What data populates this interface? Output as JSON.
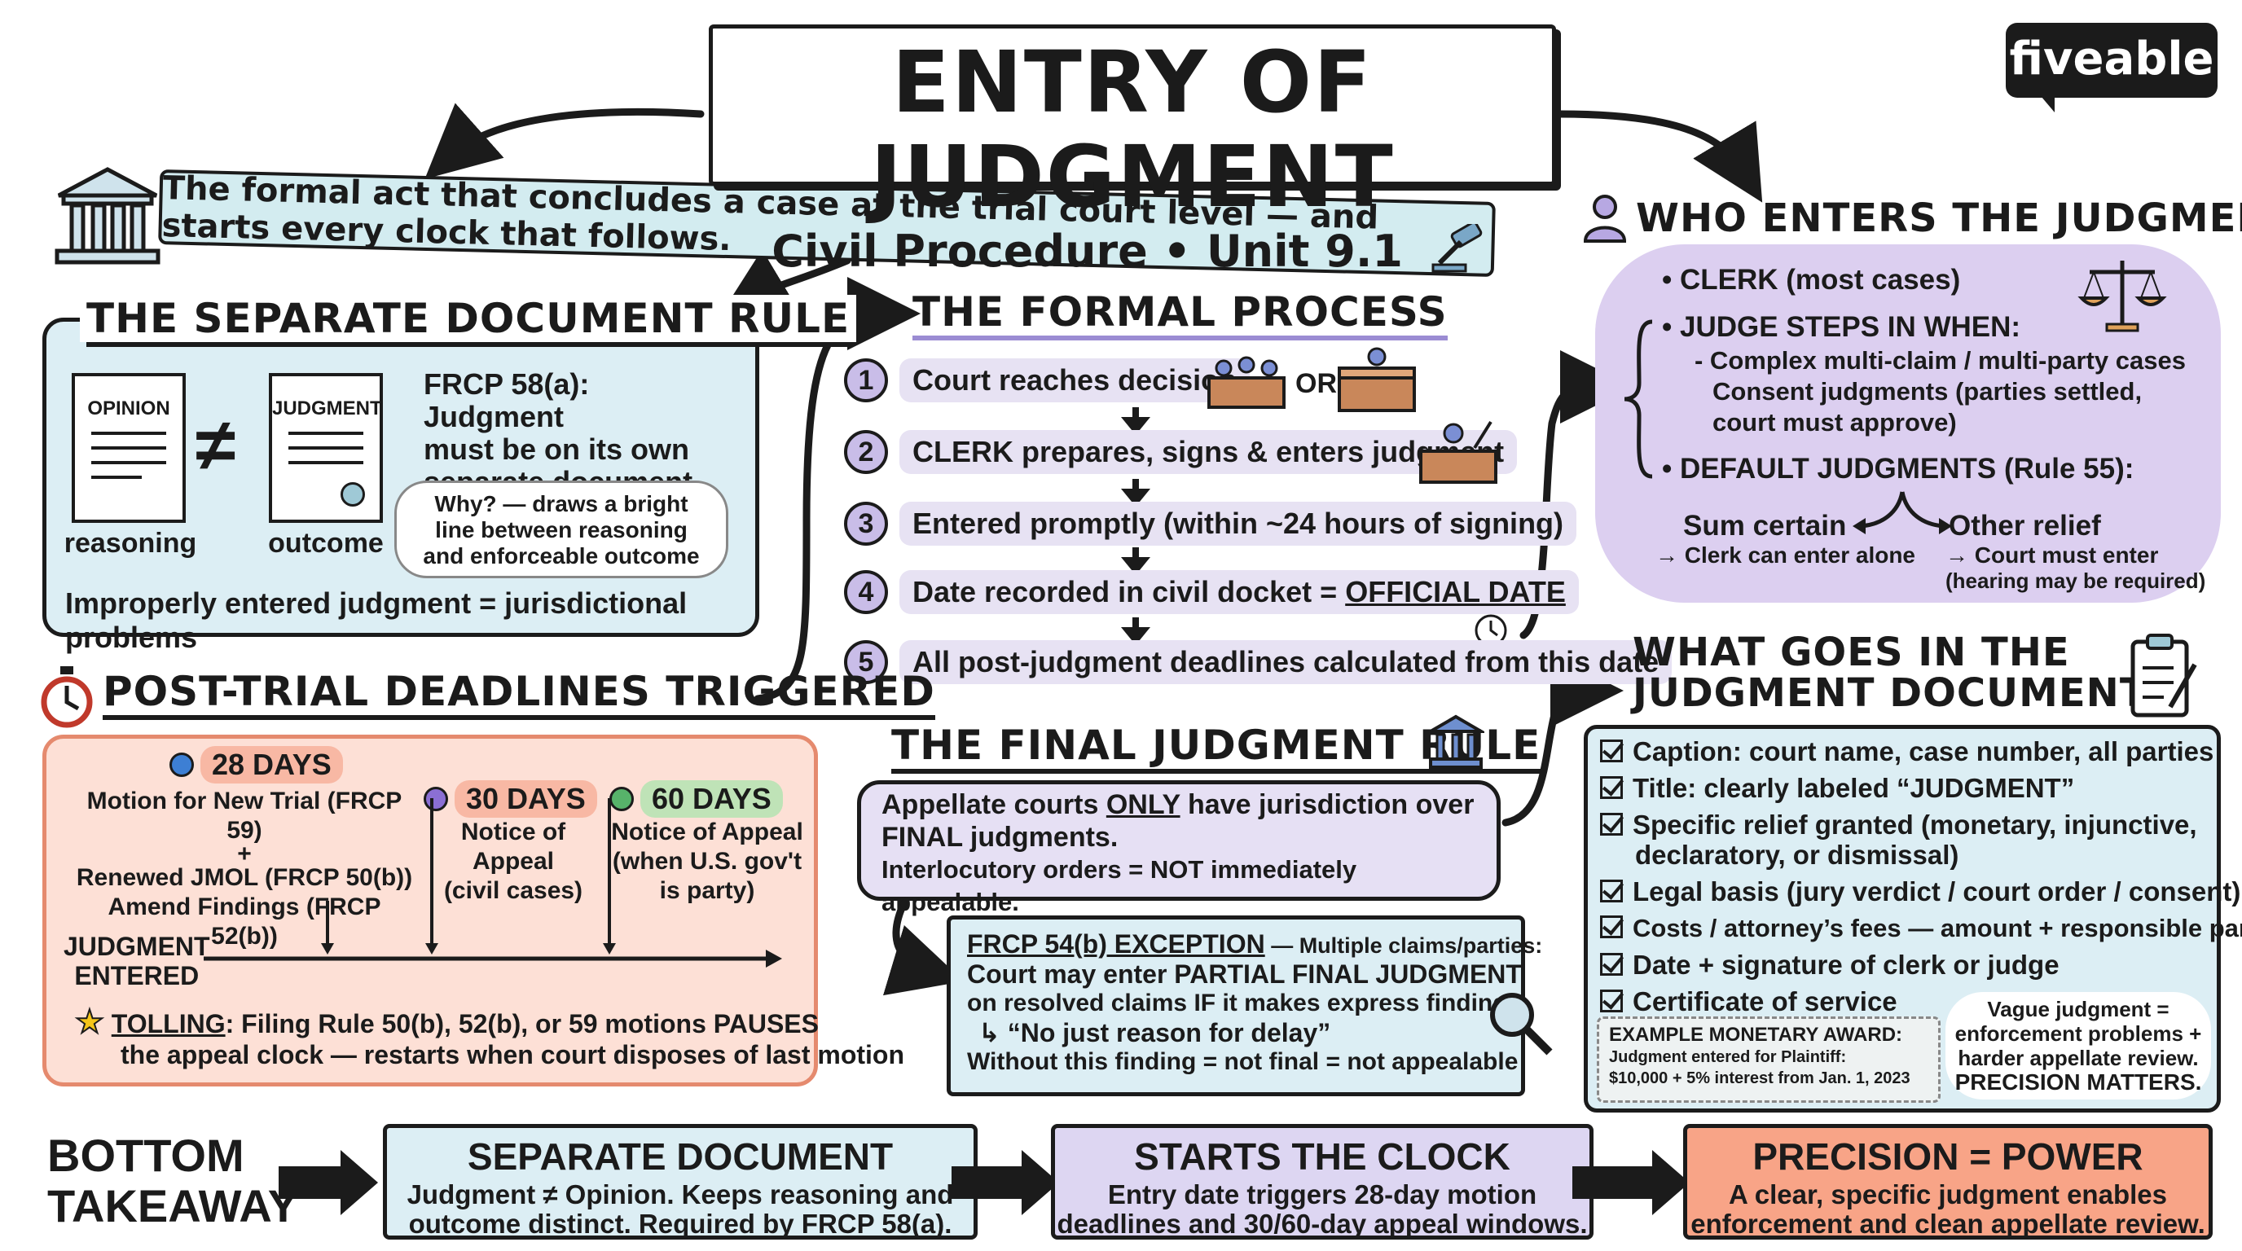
{
  "header": {
    "title": "ENTRY OF JUDGMENT",
    "subtitle": "Civil Procedure • Unit 9.1",
    "banner": "The formal act that concludes a case at the trial court level — and starts every clock that follows.",
    "logo": "fiveable"
  },
  "separate_document": {
    "title": "THE SEPARATE DOCUMENT RULE",
    "opinion_label": "OPINION",
    "judgment_label": "JUDGMENT",
    "not_equal": "≠",
    "opinion_caption": "reasoning",
    "judgment_caption": "outcome",
    "rule_lines": [
      "FRCP 58(a): Judgment",
      "must be on its own",
      "separate document"
    ],
    "why_lines": [
      "Why? — draws a bright",
      "line between reasoning",
      "and enforceable outcome"
    ],
    "bottom": "Improperly entered judgment = jurisdictional problems"
  },
  "formal_process": {
    "title": "THE FORMAL PROCESS",
    "or_label": "OR",
    "steps": [
      {
        "num": "1",
        "text": "Court reaches decision"
      },
      {
        "num": "2",
        "text": "CLERK prepares, signs & enters judgment"
      },
      {
        "num": "3",
        "text": "Entered promptly (within ~24 hours of signing)"
      },
      {
        "num": "4",
        "text": "Date recorded in civil docket = ",
        "emph": "OFFICIAL DATE"
      },
      {
        "num": "5",
        "text": "All post-judgment deadlines calculated from this date"
      }
    ]
  },
  "who_enters": {
    "title": "WHO ENTERS THE JUDGMENT?",
    "clerk": "• CLERK (most cases)",
    "judge": "• JUDGE STEPS IN WHEN:",
    "judge_items": [
      "- Complex multi-claim / multi-party cases",
      "Consent judgments (parties settled,",
      "court must approve)"
    ],
    "default": "• DEFAULT JUDGMENTS (Rule 55):",
    "sum_certain": "Sum certain",
    "sum_certain_note": "→ Clerk can enter alone",
    "other_relief": "Other relief",
    "other_relief_note": "→ Court must enter",
    "other_relief_note2": "(hearing may be required)"
  },
  "deadlines": {
    "title": "POST-TRIAL DEADLINES TRIGGERED",
    "d28": "28 DAYS",
    "d28_lines": [
      "Motion for New Trial (FRCP 59)",
      "+",
      "Renewed JMOL (FRCP 50(b))",
      "Amend Findings (FRCP 52(b))"
    ],
    "d30": "30 DAYS",
    "d30_lines": [
      "Notice of",
      "Appeal",
      "(civil cases)"
    ],
    "d60": "60 DAYS",
    "d60_lines": [
      "Notice of Appeal",
      "(when U.S. gov't",
      "is party)"
    ],
    "entered_lines": [
      "JUDGMENT",
      "ENTERED"
    ],
    "tolling_label": "TOLLING",
    "tolling_text": ": Filing Rule 50(b), 52(b), or 59 motions PAUSES",
    "tolling_text2": "the appeal clock — restarts when court disposes of last motion"
  },
  "final_rule": {
    "title": "THE FINAL JUDGMENT RULE",
    "line1a": "Appellate courts ",
    "line1b": "ONLY",
    "line1c": " have jurisdiction over",
    "line2": "FINAL judgments.",
    "line3": "Interlocutory orders = NOT immediately appealable.",
    "exc_title": "FRCP 54(b) EXCEPTION",
    "exc_sub": " — Multiple claims/parties:",
    "exc_l1": "Court may enter PARTIAL FINAL JUDGMENT",
    "exc_l2": "on resolved claims IF it makes express finding:",
    "exc_l3": "↳ “No just reason for delay”",
    "exc_l4": "Without this finding = not final = not appealable"
  },
  "what_goes": {
    "title_lines": [
      "WHAT GOES IN THE",
      "JUDGMENT DOCUMENT?"
    ],
    "items": [
      "Caption: court name, case number, all parties",
      "Title: clearly labeled “JUDGMENT”",
      "Specific relief granted (monetary, injunctive,",
      "Legal basis (jury verdict / court order / consent)",
      "Costs / attorney’s fees — amount + responsible party",
      "Date + signature of clerk or judge",
      "Certificate of service"
    ],
    "relief_cont": "declaratory, or dismissal)",
    "example_title": "EXAMPLE MONETARY AWARD:",
    "example_lines": [
      "Judgment entered for Plaintiff:",
      "$10,000 + 5% interest from Jan. 1, 2023"
    ],
    "vague_lines": [
      "Vague judgment =",
      "enforcement problems +",
      "harder appellate review."
    ],
    "precision": "PRECISION MATTERS."
  },
  "takeaway": {
    "label_lines": [
      "BOTTOM",
      "TAKEAWAY"
    ],
    "boxes": [
      {
        "title": "SEPARATE DOCUMENT",
        "l1": "Judgment ≠ Opinion. Keeps reasoning and",
        "l2": "outcome distinct. Required by FRCP 58(a)."
      },
      {
        "title": "STARTS THE CLOCK",
        "l1": "Entry date triggers 28-day motion",
        "l2": "deadlines and 30/60-day appeal windows."
      },
      {
        "title": "PRECISION = POWER",
        "l1": "A clear, specific judgment enables",
        "l2": "enforcement and clean appellate review."
      }
    ]
  },
  "colors": {
    "teal": "#dceef4",
    "lavender": "#e6e0f4",
    "salmon": "#fde0d6",
    "orange": "#f8a487"
  }
}
